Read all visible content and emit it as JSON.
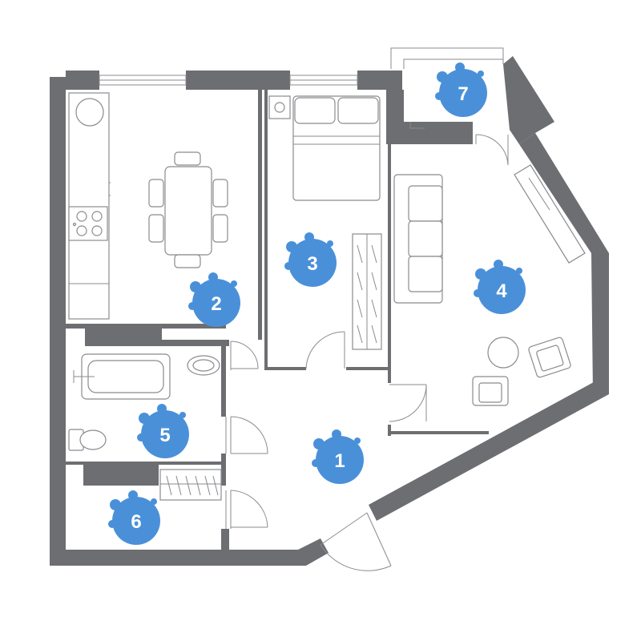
{
  "plan": {
    "wall_color": "#6d6e71",
    "badge_color": "#4a90d9",
    "rooms": [
      {
        "id": "hall",
        "label": "1"
      },
      {
        "id": "kitchen",
        "label": "2"
      },
      {
        "id": "bedroom",
        "label": "3"
      },
      {
        "id": "living-room",
        "label": "4"
      },
      {
        "id": "bathroom",
        "label": "5"
      },
      {
        "id": "wardrobe",
        "label": "6"
      },
      {
        "id": "balcony",
        "label": "7"
      }
    ]
  }
}
